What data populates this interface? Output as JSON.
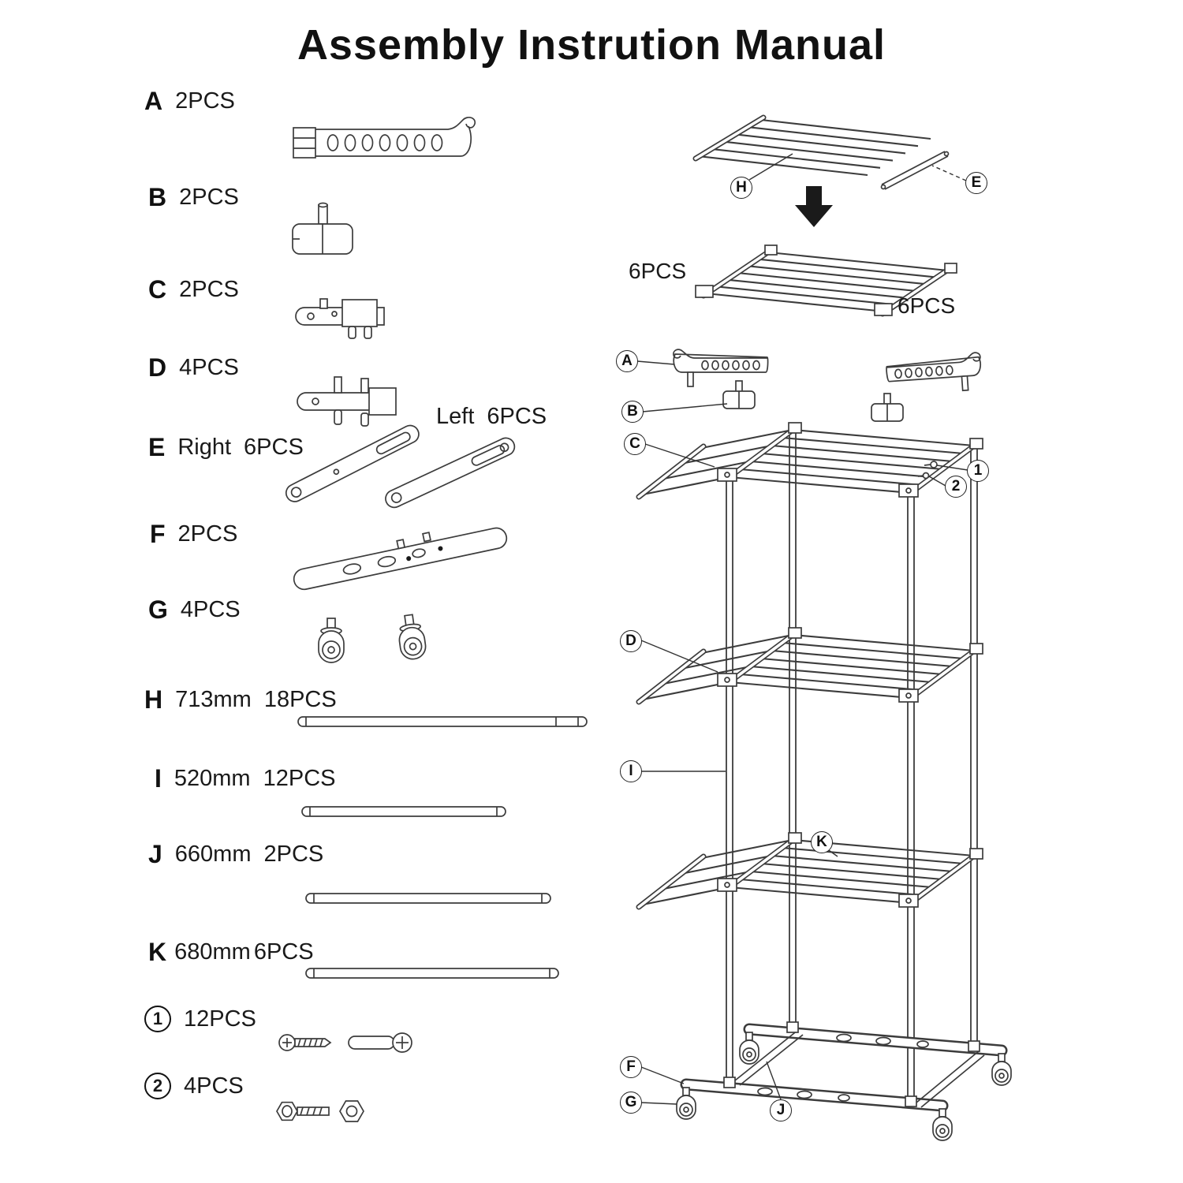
{
  "title": "Assembly Instrution Manual",
  "parts": [
    {
      "label": "A",
      "qty": "2PCS"
    },
    {
      "label": "B",
      "qty": "2PCS"
    },
    {
      "label": "C",
      "qty": "2PCS"
    },
    {
      "label": "D",
      "qty": "4PCS"
    },
    {
      "label": "E",
      "side": "Right",
      "qty": "6PCS",
      "side_left": "Left",
      "qty_left": "6PCS"
    },
    {
      "label": "F",
      "qty": "2PCS"
    },
    {
      "label": "G",
      "qty": "4PCS"
    },
    {
      "label": "H",
      "size": "713mm",
      "qty": "18PCS"
    },
    {
      "label": "I",
      "size": "520mm",
      "qty": "12PCS"
    },
    {
      "label": "J",
      "size": "660mm",
      "qty": "2PCS"
    },
    {
      "label": "K",
      "size": "680mm",
      "qty": "6PCS"
    },
    {
      "label": "1",
      "qty": "12PCS"
    },
    {
      "label": "2",
      "qty": "4PCS"
    }
  ],
  "diagram": {
    "qty_rods": "6PCS",
    "qty_rails": "6PCS",
    "callouts": {
      "H": "H",
      "E": "E",
      "A": "A",
      "B": "B",
      "C": "C",
      "n1": "1",
      "n2": "2",
      "D": "D",
      "I": "I",
      "K": "K",
      "F": "F",
      "G": "G",
      "J": "J"
    }
  }
}
